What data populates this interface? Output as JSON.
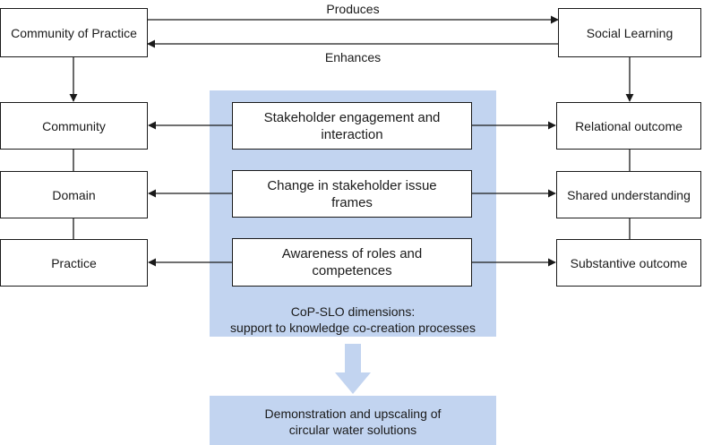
{
  "top": {
    "left_box": "Community of Practice",
    "right_box": "Social Learning",
    "arrow_right_label": "Produces",
    "arrow_left_label": "Enhances"
  },
  "left_column": [
    "Community",
    "Domain",
    "Practice"
  ],
  "right_column": [
    "Relational outcome",
    "Shared understanding",
    "Substantive outcome"
  ],
  "center": {
    "items": [
      "Stakeholder engagement and interaction",
      "Change in stakeholder issue frames",
      "Awareness of roles and competences"
    ],
    "caption_line1": "CoP-SLO dimensions:",
    "caption_line2": "support to knowledge co-creation processes"
  },
  "bottom": {
    "line1": "Demonstration and upscaling of",
    "line2": "circular water solutions"
  },
  "colors": {
    "panel": "#c2d4f0",
    "stroke": "#1a1a1a",
    "box_fill": "#ffffff"
  }
}
